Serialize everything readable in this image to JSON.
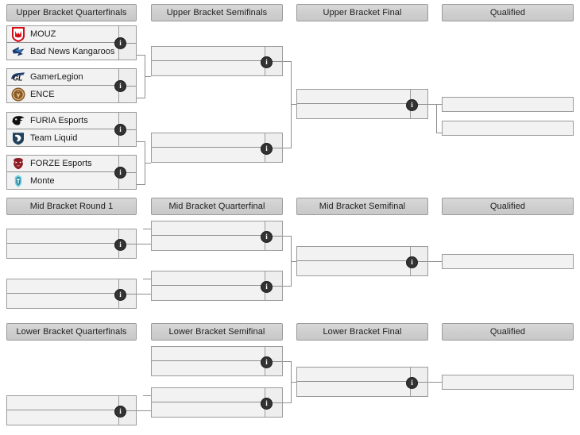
{
  "page": {
    "title": "Tournament Bracket",
    "colors": {
      "header_bg": "#cfcfcf",
      "header_border": "#9a9a9a",
      "box_bg": "#f2f2f2",
      "box_border": "#9b9b9b",
      "line": "#8f8f8f",
      "badge_bg": "#333333",
      "text": "#1a1a1a"
    },
    "info_badge_label": "i"
  },
  "sections": [
    {
      "id": "upper",
      "headers": [
        {
          "label": "Upper Bracket Quarterfinals"
        },
        {
          "label": "Upper Bracket Semifinals"
        },
        {
          "label": "Upper Bracket Final"
        },
        {
          "label": "Qualified"
        }
      ]
    },
    {
      "id": "mid",
      "headers": [
        {
          "label": "Mid Bracket Round 1"
        },
        {
          "label": "Mid Bracket Quarterfinal"
        },
        {
          "label": "Mid Bracket Semifinal"
        },
        {
          "label": "Qualified"
        }
      ]
    },
    {
      "id": "lower",
      "headers": [
        {
          "label": "Lower Bracket Quarterfinals"
        },
        {
          "label": "Lower Bracket Semifinal"
        },
        {
          "label": "Lower Bracket Final"
        },
        {
          "label": "Qualified"
        }
      ]
    }
  ],
  "matches": {
    "ubqf1": {
      "top": {
        "team": "MOUZ",
        "logo": "mouz-logo",
        "score": ""
      },
      "bottom": {
        "team": "Bad News Kangaroos",
        "logo": "bad-news-kangaroos-logo",
        "score": ""
      }
    },
    "ubqf2": {
      "top": {
        "team": "GamerLegion",
        "logo": "gamerlegion-logo",
        "score": ""
      },
      "bottom": {
        "team": "ENCE",
        "logo": "ence-logo",
        "score": ""
      }
    },
    "ubqf3": {
      "top": {
        "team": "FURIA Esports",
        "logo": "furia-esports-logo",
        "score": ""
      },
      "bottom": {
        "team": "Team Liquid",
        "logo": "team-liquid-logo",
        "score": ""
      }
    },
    "ubqf4": {
      "top": {
        "team": "FORZE Esports",
        "logo": "forze-esports-logo",
        "score": ""
      },
      "bottom": {
        "team": "Monte",
        "logo": "monte-logo",
        "score": ""
      }
    },
    "ubsf1": {
      "top": {
        "team": "",
        "logo": "",
        "score": ""
      },
      "bottom": {
        "team": "",
        "logo": "",
        "score": ""
      }
    },
    "ubsf2": {
      "top": {
        "team": "",
        "logo": "",
        "score": ""
      },
      "bottom": {
        "team": "",
        "logo": "",
        "score": ""
      }
    },
    "ubf": {
      "top": {
        "team": "",
        "logo": "",
        "score": ""
      },
      "bottom": {
        "team": "",
        "logo": "",
        "score": ""
      }
    },
    "mbr1a": {
      "top": {
        "team": "",
        "logo": "",
        "score": ""
      },
      "bottom": {
        "team": "",
        "logo": "",
        "score": ""
      }
    },
    "mbr1b": {
      "top": {
        "team": "",
        "logo": "",
        "score": ""
      },
      "bottom": {
        "team": "",
        "logo": "",
        "score": ""
      }
    },
    "mbqf1": {
      "top": {
        "team": "",
        "logo": "",
        "score": ""
      },
      "bottom": {
        "team": "",
        "logo": "",
        "score": ""
      }
    },
    "mbqf2": {
      "top": {
        "team": "",
        "logo": "",
        "score": ""
      },
      "bottom": {
        "team": "",
        "logo": "",
        "score": ""
      }
    },
    "mbsf": {
      "top": {
        "team": "",
        "logo": "",
        "score": ""
      },
      "bottom": {
        "team": "",
        "logo": "",
        "score": ""
      }
    },
    "lbqf": {
      "top": {
        "team": "",
        "logo": "",
        "score": ""
      },
      "bottom": {
        "team": "",
        "logo": "",
        "score": ""
      }
    },
    "lbsf1": {
      "top": {
        "team": "",
        "logo": "",
        "score": ""
      },
      "bottom": {
        "team": "",
        "logo": "",
        "score": ""
      }
    },
    "lbsf2": {
      "top": {
        "team": "",
        "logo": "",
        "score": ""
      },
      "bottom": {
        "team": "",
        "logo": "",
        "score": ""
      }
    },
    "lbf": {
      "top": {
        "team": "",
        "logo": "",
        "score": ""
      },
      "bottom": {
        "team": "",
        "logo": "",
        "score": ""
      }
    }
  },
  "qualified": {
    "upper_slot_1": {
      "team": ""
    },
    "upper_slot_2": {
      "team": ""
    },
    "mid_slot_1": {
      "team": ""
    },
    "lower_slot_1": {
      "team": ""
    }
  }
}
